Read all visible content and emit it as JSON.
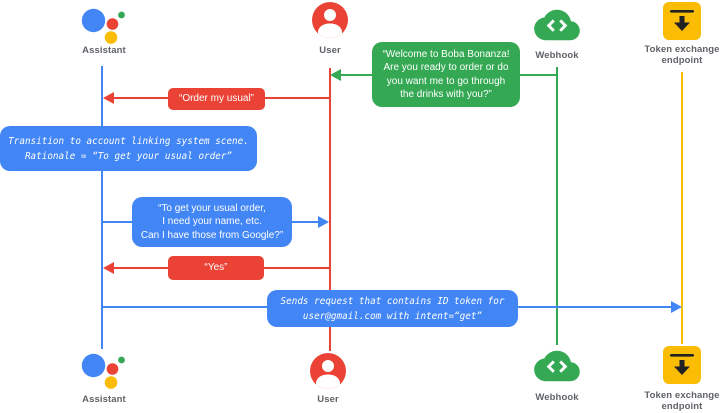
{
  "colors": {
    "blue": "#4285F4",
    "red": "#EA4335",
    "green": "#34A853",
    "yellow": "#FBBC04",
    "label_gray": "#5F6368",
    "icon_dark": "#202124"
  },
  "actors": {
    "assistant": {
      "label": "Assistant"
    },
    "user": {
      "label": "User"
    },
    "webhook": {
      "label": "Webhook"
    },
    "token_endpoint": {
      "label": "Token exchange\nendpoint"
    }
  },
  "messages": {
    "welcome": {
      "from": "webhook",
      "to": "user",
      "text": "“Welcome to Boba Bonanza!\nAre you ready to order or do\nyou want me to go through\nthe drinks with you?”"
    },
    "order": {
      "from": "user",
      "to": "assistant",
      "text": "“Order my usual”"
    },
    "transition_note": {
      "text": "Transition to account linking system scene.\nRationale = “To get your usual order”"
    },
    "need_info": {
      "from": "assistant",
      "to": "user",
      "text": "“To get your usual order,\nI need your name, etc.\nCan I have those from Google?”"
    },
    "yes": {
      "from": "user",
      "to": "assistant",
      "text": "“Yes”"
    },
    "sends_request_note": {
      "from": "assistant",
      "to": "token_endpoint",
      "text": "Sends request that contains ID token for\nuser@gmail.com with intent=“get”"
    }
  }
}
